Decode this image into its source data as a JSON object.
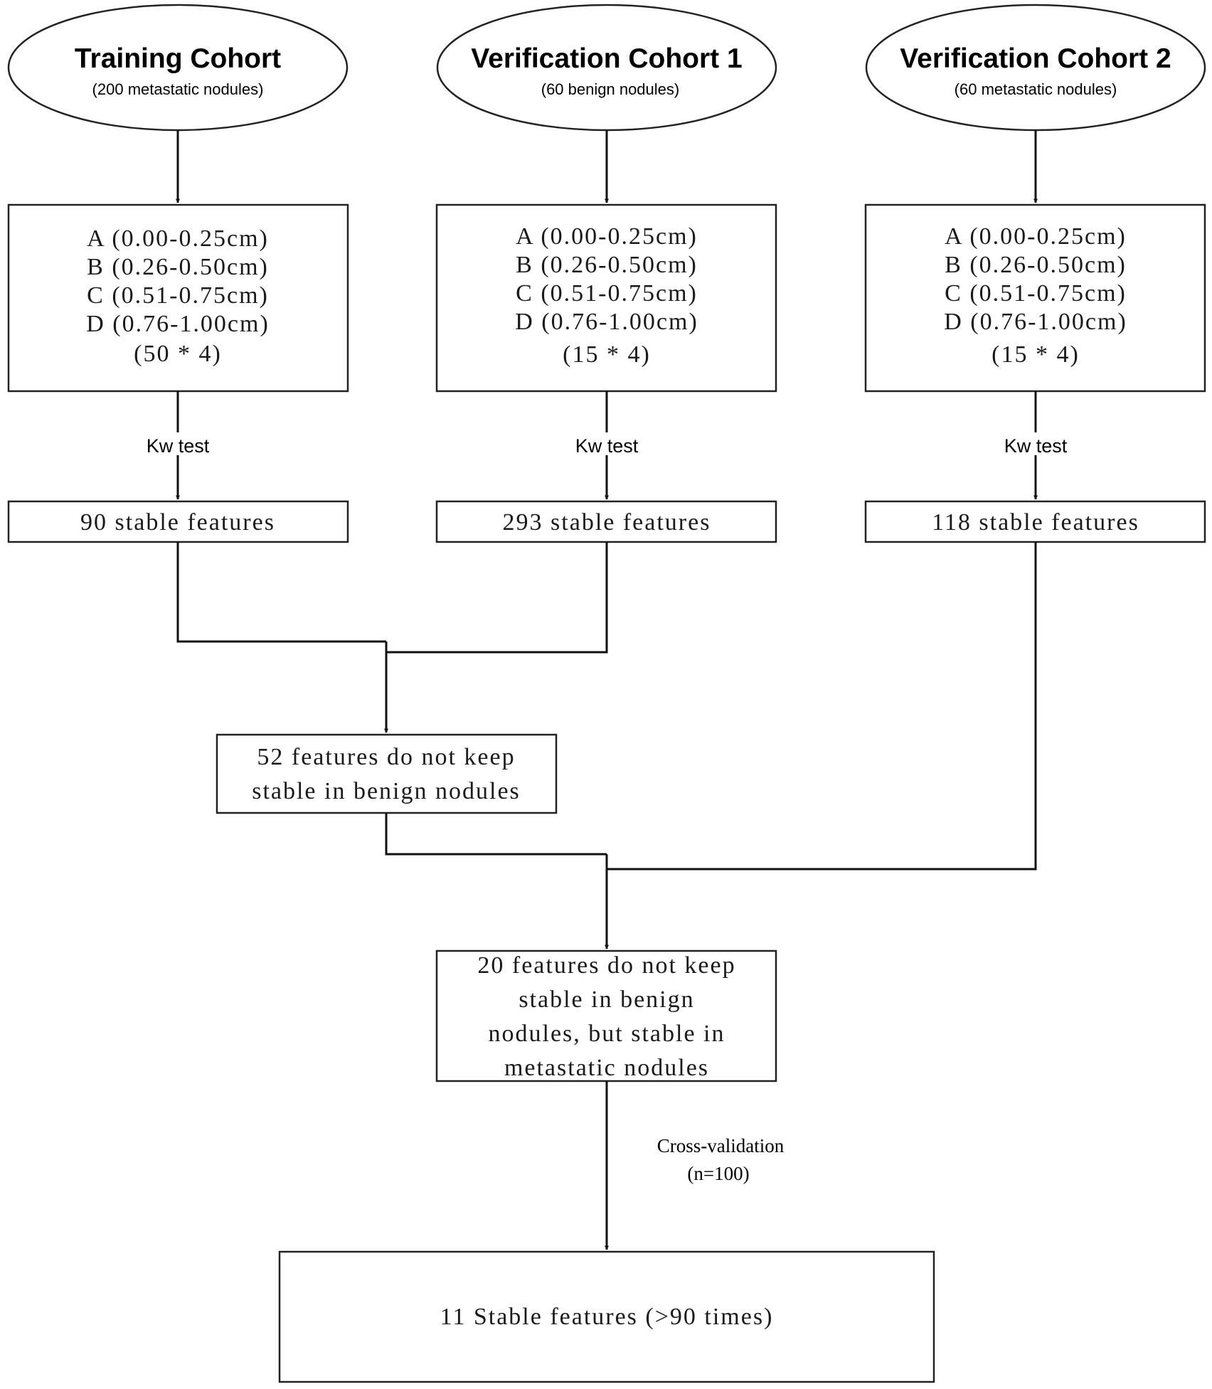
{
  "cohorts": [
    {
      "title": "Training Cohort",
      "subtitle": "(200 metastatic nodules)"
    },
    {
      "title": "Verification Cohort 1",
      "subtitle": "(60  benign nodules)"
    },
    {
      "title": "Verification Cohort 2",
      "subtitle": "(60 metastatic nodules)"
    }
  ],
  "groups": [
    {
      "lines": [
        "A (0.00-0.25cm)",
        "B (0.26-0.50cm)",
        "C (0.51-0.75cm)",
        "D (0.76-1.00cm)"
      ],
      "count": "(50 * 4)"
    },
    {
      "lines": [
        "A (0.00-0.25cm)",
        "B (0.26-0.50cm)",
        "C (0.51-0.75cm)",
        "D (0.76-1.00cm)"
      ],
      "count": "(15 * 4)"
    },
    {
      "lines": [
        "A (0.00-0.25cm)",
        "B (0.26-0.50cm)",
        "C (0.51-0.75cm)",
        "D (0.76-1.00cm)"
      ],
      "count": "(15 * 4)"
    }
  ],
  "test_label": "Kw test",
  "stable": [
    "90 stable features",
    "293 stable features",
    "118 stable features"
  ],
  "merge1": [
    "52 features do not keep",
    "stable in benign nodules"
  ],
  "merge2": [
    "20 features  do not keep",
    "stable in benign",
    "nodules, but stable in",
    "metastatic nodules"
  ],
  "cv_label": [
    "Cross-validation",
    "(n=100)"
  ],
  "final": "11 Stable features  (>90 times)"
}
